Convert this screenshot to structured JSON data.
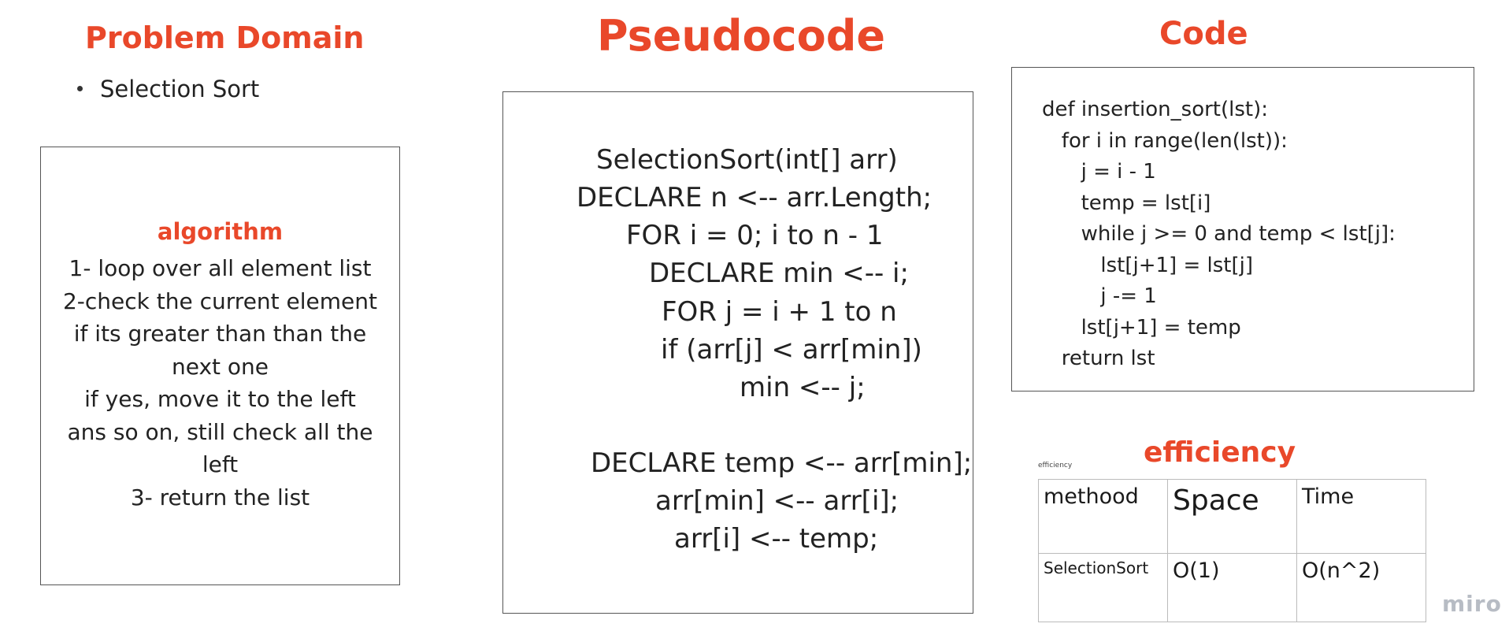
{
  "problem_domain": {
    "title": "Problem Domain",
    "bullet": "Selection Sort",
    "algorithm_title": "algorithm",
    "algorithm_lines": [
      "1- loop over all element list",
      "2-check the current element",
      "if its greater than than the",
      "next one",
      "if yes, move it to the left",
      "ans so on, still check all the",
      "left",
      "3- return the list"
    ]
  },
  "pseudocode": {
    "title": "Pseudocode",
    "lines": [
      "SelectionSort(int[] arr)",
      "DECLARE n <-- arr.Length;",
      "FOR i = 0; i to n - 1",
      "DECLARE min <-- i;",
      "FOR j = i + 1 to n",
      "if (arr[j] < arr[min])",
      "min <-- j;",
      "DECLARE temp <-- arr[min];",
      "arr[min] <-- arr[i];",
      "arr[i] <-- temp;"
    ]
  },
  "code": {
    "title": "Code",
    "lines": [
      "def insertion_sort(lst):",
      "   for i in range(len(lst)):",
      "      j = i - 1",
      "      temp = lst[i]",
      "      while j >= 0 and temp < lst[j]:",
      "         lst[j+1] = lst[j]",
      "         j -= 1",
      "      lst[j+1] = temp",
      "   return lst"
    ]
  },
  "efficiency": {
    "small_label": "efficiency",
    "title": "efficiency",
    "header": [
      "methood",
      "Space",
      "Time"
    ],
    "row": [
      "SelectionSort",
      "O(1)",
      "O(n^2)"
    ]
  },
  "brand": "miro",
  "colors": {
    "heading": "#e9482a",
    "border": "#555555",
    "brand": "#b7bcc4"
  }
}
